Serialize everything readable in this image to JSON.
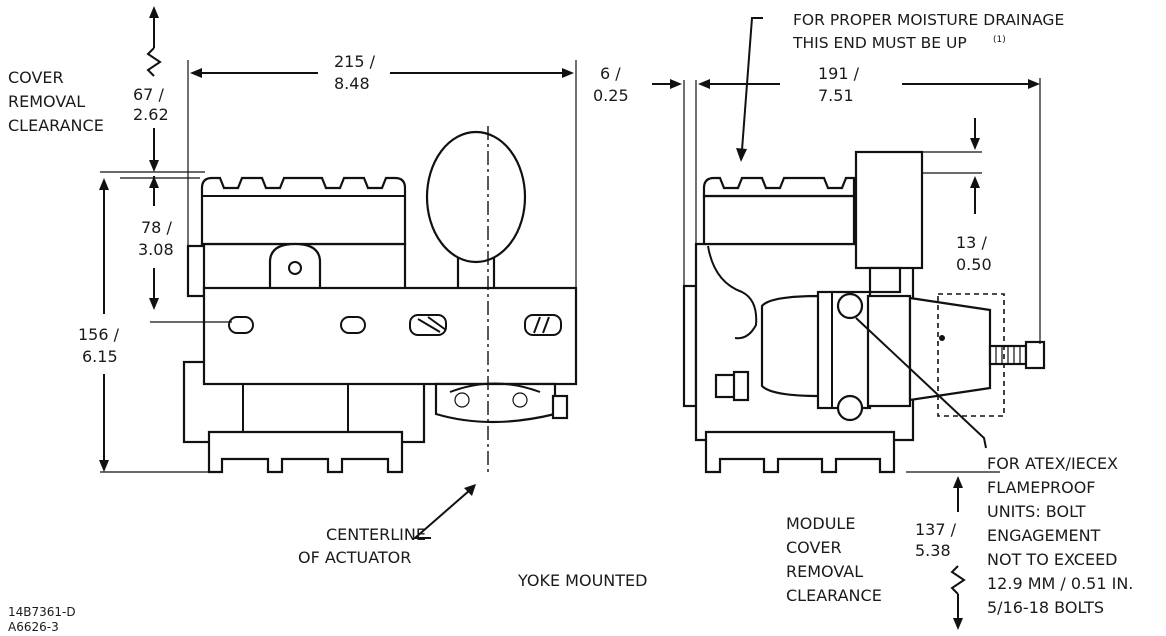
{
  "labels": {
    "cover_removal": [
      "COVER",
      "REMOVAL",
      "CLEARANCE"
    ],
    "cover_clearance_dim": [
      "67 /",
      "2.62"
    ],
    "width_left_dim": [
      "215 /",
      "8.48"
    ],
    "gap_dim": [
      "6 /",
      "0.25"
    ],
    "width_right_dim": [
      "191 /",
      "7.51"
    ],
    "drainage_note": [
      "FOR PROPER MOISTURE DRAINAGE",
      "THIS END MUST BE UP"
    ],
    "drainage_note_ref": "(1)",
    "cover_height_dim": [
      "78 /",
      "3.08"
    ],
    "overall_height_dim": [
      "156 /",
      "6.15"
    ],
    "gauge_dim": [
      "13 /",
      "0.50"
    ],
    "centerline": [
      "CENTERLINE",
      "OF ACTUATOR"
    ],
    "module_cover": [
      "MODULE",
      "COVER",
      "REMOVAL",
      "CLEARANCE"
    ],
    "module_clearance_dim": [
      "137 /",
      "5.38"
    ],
    "flameproof_note": [
      "FOR ATEX/IECEX",
      "FLAMEPROOF",
      "UNITS: BOLT",
      "ENGAGEMENT",
      "NOT TO EXCEED",
      "12.9 MM / 0.51 IN.",
      "5/16-18 BOLTS"
    ],
    "caption": "YOKE MOUNTED",
    "drawing_refs": [
      "14B7361-D",
      "A6626-3"
    ]
  }
}
